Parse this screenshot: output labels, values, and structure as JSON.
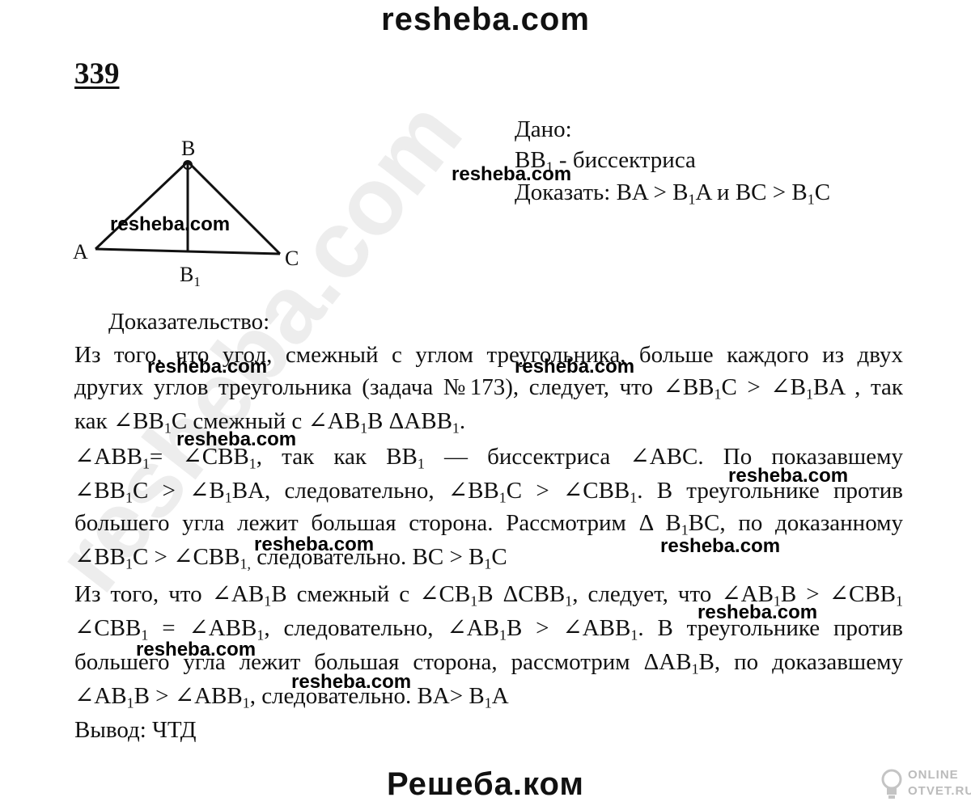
{
  "header": {
    "site": "resheba.com"
  },
  "problem": {
    "number": "339"
  },
  "figure": {
    "vertex_a": "A",
    "vertex_b": "B",
    "vertex_c": "C",
    "foot_b1": "B",
    "foot_b1_sub": "1"
  },
  "given": {
    "heading": "Дано:",
    "segment": "BB",
    "segment_sub": "1",
    "segment_text": " - биссектриса",
    "prove_label": "Доказать:",
    "prove_1": "BA > B",
    "prove_1_sub": "1",
    "prove_2": "A и BC > B",
    "prove_2_sub": "1",
    "prove_3": "C"
  },
  "proof": {
    "heading": "Доказательство:",
    "conclusion": "Вывод: ЧТД"
  },
  "watermarks": {
    "text": "resheba.com",
    "diagonal": "resheba.com"
  },
  "footer": {
    "site": "Решеба.ком",
    "badge_top": "ONLINE",
    "badge_bottom": "OTVET.RU"
  }
}
